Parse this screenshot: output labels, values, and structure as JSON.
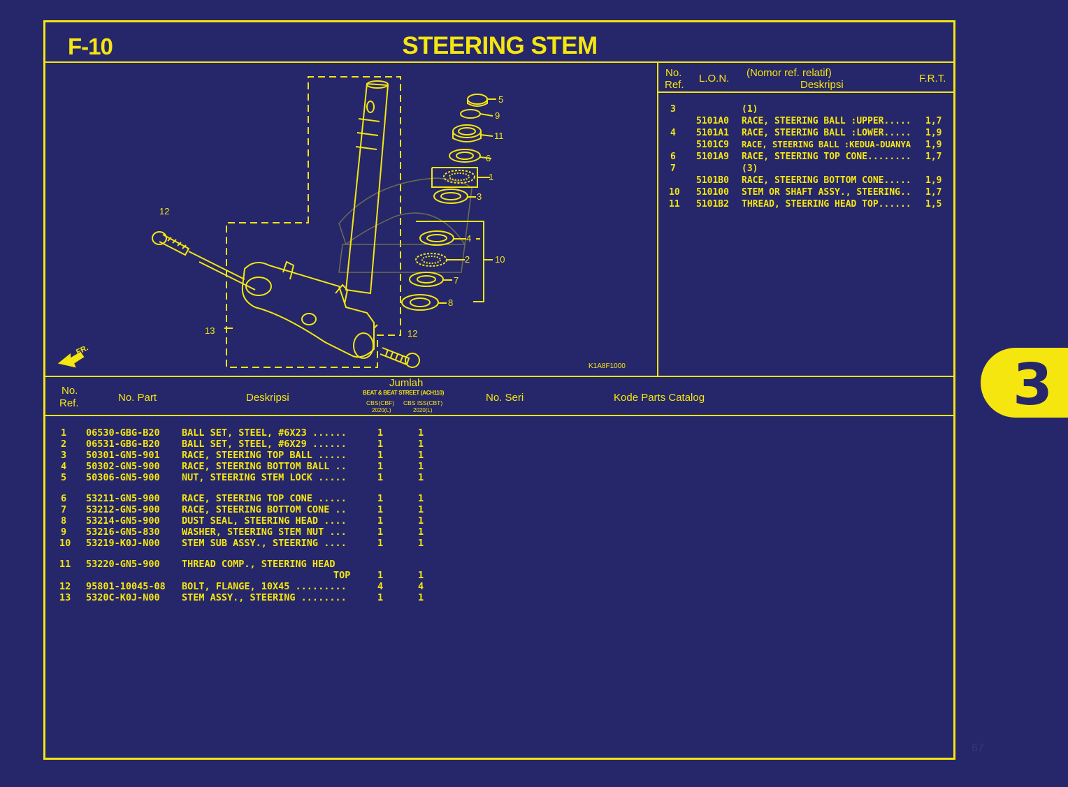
{
  "header": {
    "code": "F-10",
    "title": "STEERING STEM"
  },
  "diagram": {
    "code": "K1A8F1000",
    "front_label": "FR.",
    "callouts": [
      "1",
      "2",
      "3",
      "4",
      "5",
      "6",
      "7",
      "8",
      "9",
      "10",
      "11",
      "12",
      "12",
      "13"
    ]
  },
  "lon": {
    "col_no": "No.",
    "col_ref": "Ref.",
    "col_lon": "L.O.N.",
    "col_desc_top": "(Nomor ref. relatif)",
    "col_desc": "Deskripsi",
    "col_frt": "F.R.T.",
    "rows": [
      {
        "ref": "3",
        "lon": "",
        "desc": "(1)",
        "frt": ""
      },
      {
        "ref": "",
        "lon": "5101A0",
        "desc": "RACE, STEERING BALL :UPPER.....",
        "frt": "1,7"
      },
      {
        "ref": "4",
        "lon": "5101A1",
        "desc": "RACE, STEERING BALL :LOWER.....",
        "frt": "1,9"
      },
      {
        "ref": "",
        "lon": "5101C9",
        "desc": "RACE, STEERING BALL :KEDUA-DUANYA",
        "frt": "1,9"
      },
      {
        "ref": "6",
        "lon": "5101A9",
        "desc": "RACE, STEERING TOP CONE........",
        "frt": "1,7"
      },
      {
        "ref": "7",
        "lon": "",
        "desc": "(3)",
        "frt": ""
      },
      {
        "ref": "",
        "lon": "5101B0",
        "desc": "RACE, STEERING BOTTOM CONE.....",
        "frt": "1,9"
      },
      {
        "ref": "10",
        "lon": "510100",
        "desc": "STEM OR SHAFT ASSY., STEERING..",
        "frt": "1,7"
      },
      {
        "ref": "11",
        "lon": "5101B2",
        "desc": "THREAD, STEERING HEAD TOP......",
        "frt": "1,5"
      }
    ]
  },
  "parts": {
    "col_no": "No.",
    "col_ref": "Ref.",
    "col_part": "No. Part",
    "col_desc": "Deskripsi",
    "col_qty": "Jumlah",
    "qty_sub1": "BEAT & BEAT STREET (ACH110)",
    "qty_sub2a": "CBS(CBF)",
    "qty_sub2b": "CBS ISS(CBT)",
    "qty_sub3a": "2020(L)",
    "qty_sub3b": "2020(L)",
    "col_serial": "No. Seri",
    "col_catalog": "Kode Parts Catalog",
    "rows": [
      {
        "ref": "1",
        "part": "06530-GBG-B20",
        "desc": "BALL SET, STEEL, #6X23 ......",
        "q1": "1",
        "q2": "1"
      },
      {
        "ref": "2",
        "part": "06531-GBG-B20",
        "desc": "BALL SET, STEEL, #6X29 ......",
        "q1": "1",
        "q2": "1"
      },
      {
        "ref": "3",
        "part": "50301-GN5-901",
        "desc": "RACE, STEERING TOP BALL .....",
        "q1": "1",
        "q2": "1"
      },
      {
        "ref": "4",
        "part": "50302-GN5-900",
        "desc": "RACE, STEERING BOTTOM BALL ..",
        "q1": "1",
        "q2": "1"
      },
      {
        "ref": "5",
        "part": "50306-GN5-900",
        "desc": "NUT, STEERING STEM LOCK .....",
        "q1": "1",
        "q2": "1"
      },
      {
        "ref": "6",
        "part": "53211-GN5-900",
        "desc": "RACE, STEERING TOP CONE .....",
        "q1": "1",
        "q2": "1"
      },
      {
        "ref": "7",
        "part": "53212-GN5-900",
        "desc": "RACE, STEERING BOTTOM CONE ..",
        "q1": "1",
        "q2": "1"
      },
      {
        "ref": "8",
        "part": "53214-GN5-900",
        "desc": "DUST SEAL, STEERING HEAD ....",
        "q1": "1",
        "q2": "1"
      },
      {
        "ref": "9",
        "part": "53216-GN5-830",
        "desc": "WASHER, STEERING STEM NUT ...",
        "q1": "1",
        "q2": "1"
      },
      {
        "ref": "10",
        "part": "53219-K0J-N00",
        "desc": "STEM SUB ASSY., STEERING ....",
        "q1": "1",
        "q2": "1"
      },
      {
        "ref": "11",
        "part": "53220-GN5-900",
        "desc": "THREAD COMP., STEERING HEAD",
        "desc2": "TOP",
        "q1": "1",
        "q2": "1"
      },
      {
        "ref": "12",
        "part": "95801-10045-08",
        "desc": "BOLT, FLANGE, 10X45 .........",
        "q1": "4",
        "q2": "4"
      },
      {
        "ref": "13",
        "part": "5320C-K0J-N00",
        "desc": "STEM ASSY., STEERING ........",
        "q1": "1",
        "q2": "1"
      }
    ]
  },
  "side_tab": {
    "label": "3"
  },
  "page_number": "67",
  "colors": {
    "background": "#26276a",
    "accent": "#f5e60f"
  }
}
